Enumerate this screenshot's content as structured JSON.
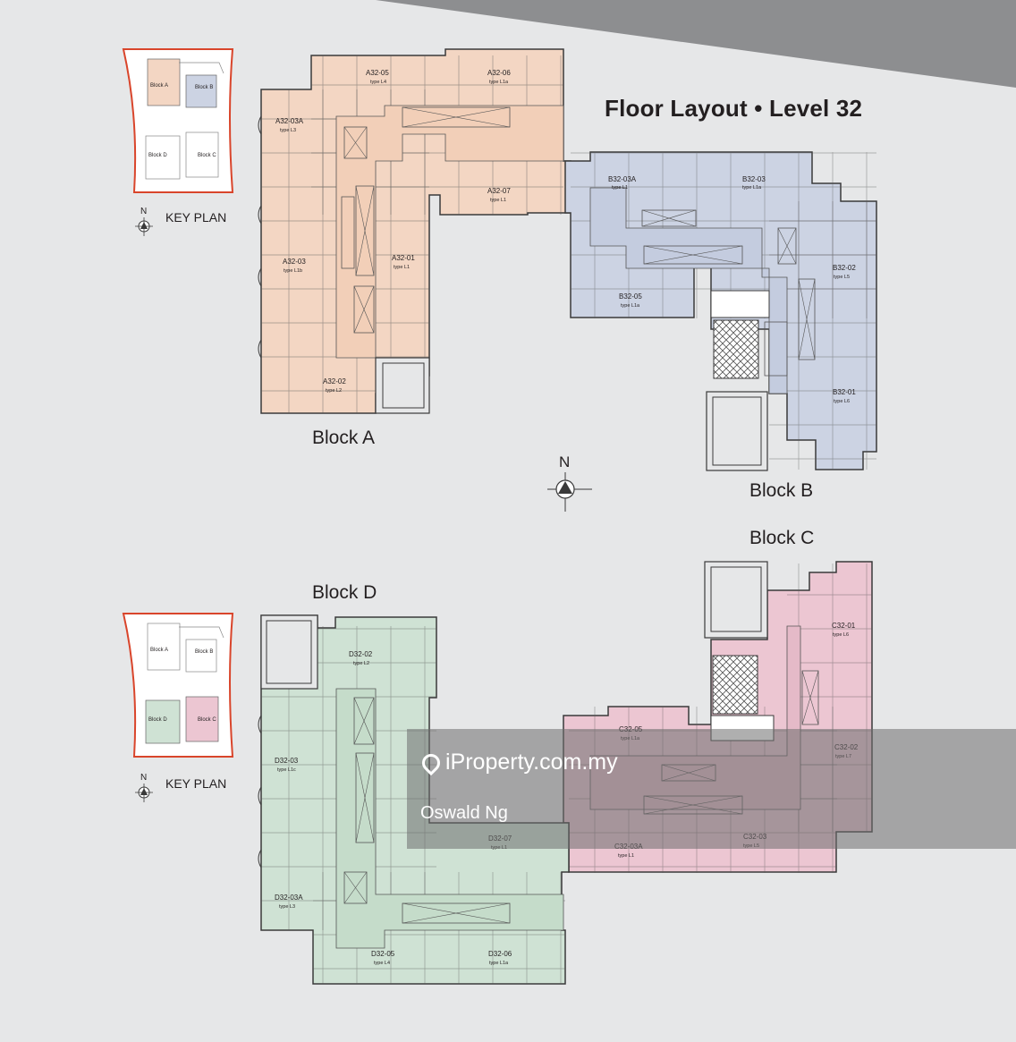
{
  "title": "Floor Layout • Level 32",
  "compass": {
    "north": "N"
  },
  "colors": {
    "block_a": "#f3d6c3",
    "block_b": "#ccd3e3",
    "block_c": "#ecc6d2",
    "block_d": "#cfe2d4",
    "background": "#e6e7e8",
    "key_plan_border": "#d9452b",
    "wall": "#3a3a3a"
  },
  "key_plans": [
    {
      "label": "KEY PLAN",
      "north": "N",
      "blocks": [
        "Block A",
        "Block B",
        "Block D",
        "Block C"
      ],
      "highlighted": [
        "Block A",
        "Block B"
      ]
    },
    {
      "label": "KEY PLAN",
      "north": "N",
      "blocks": [
        "Block A",
        "Block B",
        "Block D",
        "Block C"
      ],
      "highlighted": [
        "Block D",
        "Block C"
      ]
    }
  ],
  "blocks": [
    {
      "name": "Block A",
      "units": [
        {
          "id": "A32-05",
          "type": "type L4"
        },
        {
          "id": "A32-06",
          "type": "type L1a"
        },
        {
          "id": "A32-03A",
          "type": "type L3"
        },
        {
          "id": "A32-07",
          "type": "type L1"
        },
        {
          "id": "A32-03",
          "type": "type L1b"
        },
        {
          "id": "A32-01",
          "type": "type L1"
        },
        {
          "id": "A32-02",
          "type": "type L2"
        }
      ]
    },
    {
      "name": "Block B",
      "units": [
        {
          "id": "B32-03A",
          "type": "type L1"
        },
        {
          "id": "B32-03",
          "type": "type L1a"
        },
        {
          "id": "B32-05",
          "type": "type L1a"
        },
        {
          "id": "B32-02",
          "type": "type L5"
        },
        {
          "id": "B32-01",
          "type": "type L6"
        }
      ]
    },
    {
      "name": "Block C",
      "units": [
        {
          "id": "C32-01",
          "type": "type L6"
        },
        {
          "id": "C32-05",
          "type": "type L1a"
        },
        {
          "id": "C32-02",
          "type": "type L7"
        },
        {
          "id": "C32-03A",
          "type": "type L1"
        },
        {
          "id": "C32-03",
          "type": "type L5"
        }
      ]
    },
    {
      "name": "Block D",
      "units": [
        {
          "id": "D32-02",
          "type": "type L2"
        },
        {
          "id": "D32-03",
          "type": "type L1c"
        },
        {
          "id": "D32-07",
          "type": "type L1"
        },
        {
          "id": "D32-03A",
          "type": "type L3"
        },
        {
          "id": "D32-05",
          "type": "type L4"
        },
        {
          "id": "D32-06",
          "type": "type L1a"
        }
      ]
    }
  ],
  "watermark": {
    "site": "iProperty.com.my",
    "agent": "Oswald Ng"
  }
}
